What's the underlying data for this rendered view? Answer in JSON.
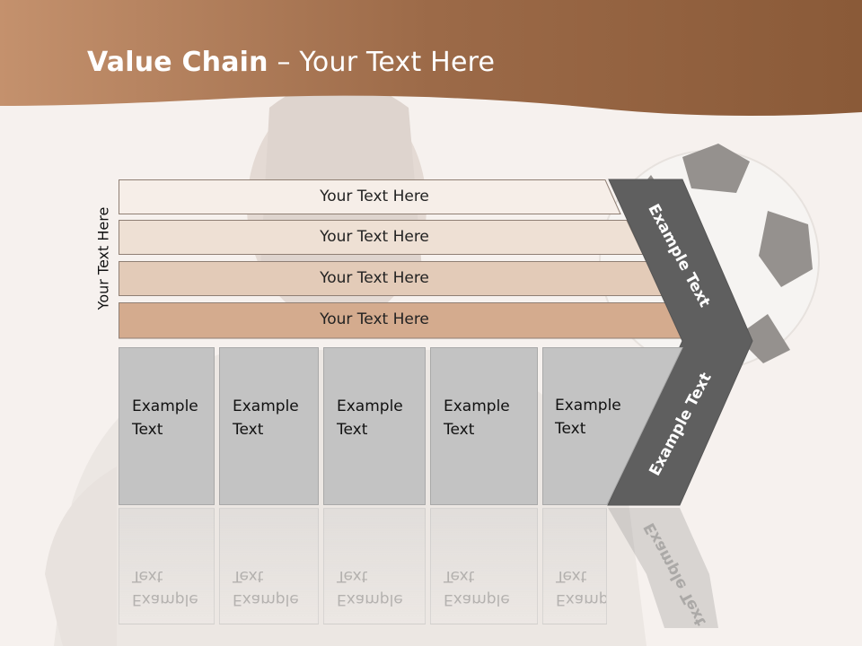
{
  "title": {
    "bold": "Value Chain",
    "rest": " – Your Text Here"
  },
  "side_label": "Your Text Here",
  "bands": [
    {
      "label": "Your Text Here",
      "color": "#f6eee8"
    },
    {
      "label": "Your Text Here",
      "color": "#eee0d4"
    },
    {
      "label": "Your Text Here",
      "color": "#e3cbb8"
    },
    {
      "label": "Your Text Here",
      "color": "#d4ab8e"
    }
  ],
  "boxes": [
    {
      "label": "Example\nText"
    },
    {
      "label": "Example\nText"
    },
    {
      "label": "Example\nText"
    },
    {
      "label": "Example\nText"
    },
    {
      "label": "Example\nText"
    }
  ],
  "chevron": {
    "upper_label": "Example Text",
    "lower_label": "Example Text",
    "color": "#5f5f5f"
  },
  "colors": {
    "header": "#a8734f",
    "background": "#f6f1ee"
  }
}
